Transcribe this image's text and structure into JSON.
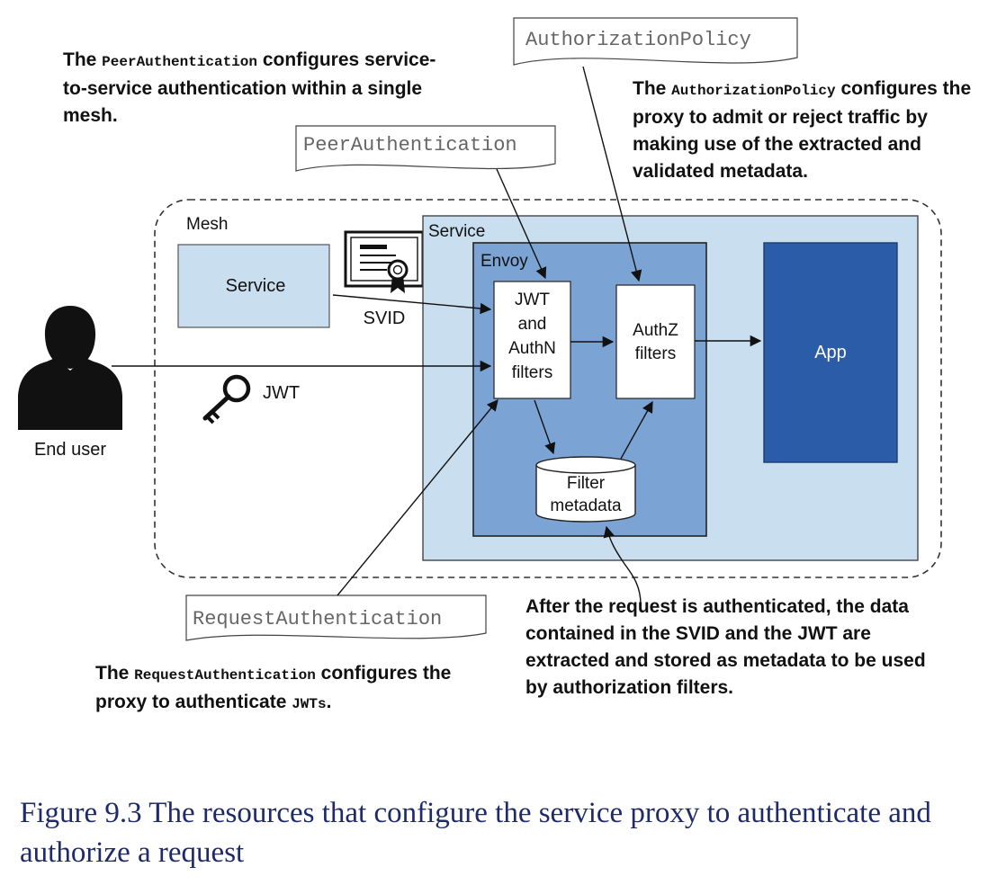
{
  "notes": {
    "peer_auth": {
      "before": "The ",
      "code": "PeerAuthentication",
      "after": " configures service-to-service authentication within a single mesh."
    },
    "authz_policy": {
      "before": "The ",
      "code": "AuthorizationPolicy",
      "after": " configures the proxy to admit or reject traffic by making use of the extracted and validated metadata."
    },
    "request_auth": {
      "before": "The ",
      "code": "RequestAuthentication",
      "after": " configures the proxy to authenticate ",
      "code2": "JWTs",
      "after2": "."
    },
    "metadata": "After the request is authenticated, the data contained in the SVID and the JWT are extracted and stored as metadata to be used by authorization filters."
  },
  "resources": {
    "authorization_policy": "AuthorizationPolicy",
    "peer_authentication": "PeerAuthentication",
    "request_authentication": "RequestAuthentication"
  },
  "diagram": {
    "mesh_label": "Mesh",
    "mesh_service_label": "Service",
    "svid_label": "SVID",
    "service_label": "Service",
    "envoy_label": "Envoy",
    "jwt_filter_lines": [
      "JWT",
      "and",
      "AuthN",
      "filters"
    ],
    "authz_filter_lines": [
      "AuthZ",
      "filters"
    ],
    "metadata_lines": [
      "Filter",
      "metadata"
    ],
    "app_label": "App",
    "jwt_label": "JWT",
    "end_user_label": "End user"
  },
  "caption": "Figure 9.3 The resources that configure the service proxy to authenticate and authorize a request",
  "colors": {
    "service_fill": "#c9deee",
    "envoy_fill": "#7ba4d4",
    "app_fill": "#2a5ca8",
    "mesh_service_fill": "#c9deee",
    "caption": "#1f2a6b"
  }
}
